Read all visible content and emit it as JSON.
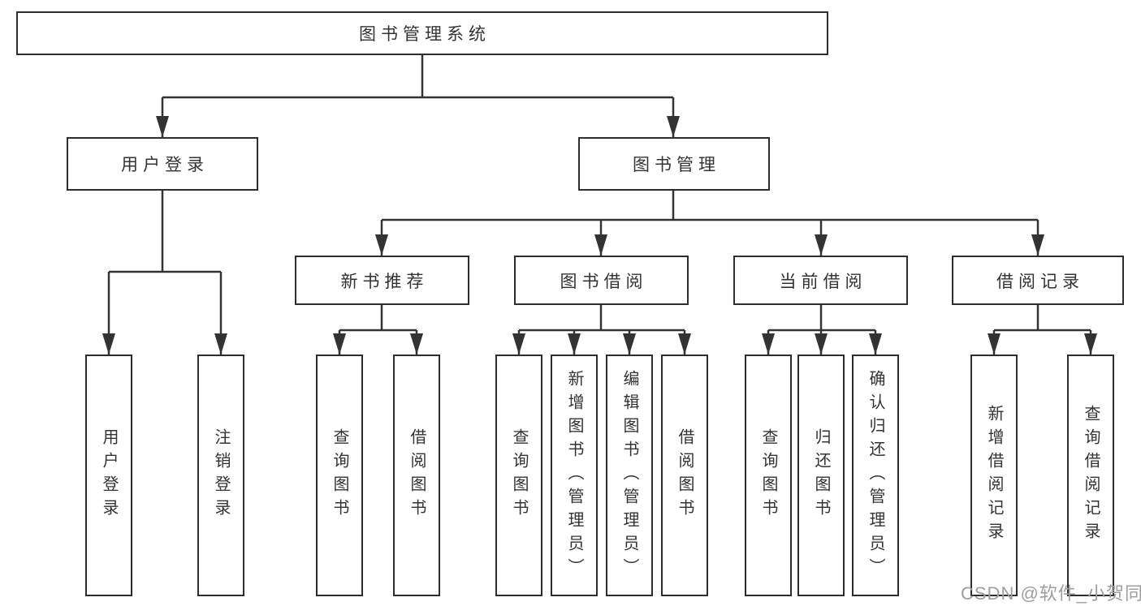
{
  "diagram": {
    "type": "hierarchy-tree",
    "title": "图书管理系统",
    "colors": {
      "line": "#333333",
      "box_border": "#2e2e2e",
      "box_fill": "#ffffff",
      "text": "#333333",
      "watermark": "#9e9e9e",
      "background": "#ffffff"
    }
  },
  "tree": {
    "label": "图书管理系统",
    "children": [
      {
        "label": "用户登录",
        "children": [
          {
            "label": "用户登录"
          },
          {
            "label": "注销登录"
          }
        ]
      },
      {
        "label": "图书管理",
        "children": [
          {
            "label": "新书推荐",
            "children": [
              {
                "label": "查询图书"
              },
              {
                "label": "借阅图书"
              }
            ]
          },
          {
            "label": "图书借阅",
            "children": [
              {
                "label": "查询图书"
              },
              {
                "label": "新增图书（管理员）"
              },
              {
                "label": "编辑图书（管理员）"
              },
              {
                "label": "借阅图书"
              }
            ]
          },
          {
            "label": "当前借阅",
            "children": [
              {
                "label": "查询图书"
              },
              {
                "label": "归还图书"
              },
              {
                "label": "确认归还（管理员）"
              }
            ]
          },
          {
            "label": "借阅记录",
            "children": [
              {
                "label": "新增借阅记录"
              },
              {
                "label": "查询借阅记录"
              }
            ]
          }
        ]
      }
    ]
  },
  "watermark": "CSDN @软件_小贺同学"
}
